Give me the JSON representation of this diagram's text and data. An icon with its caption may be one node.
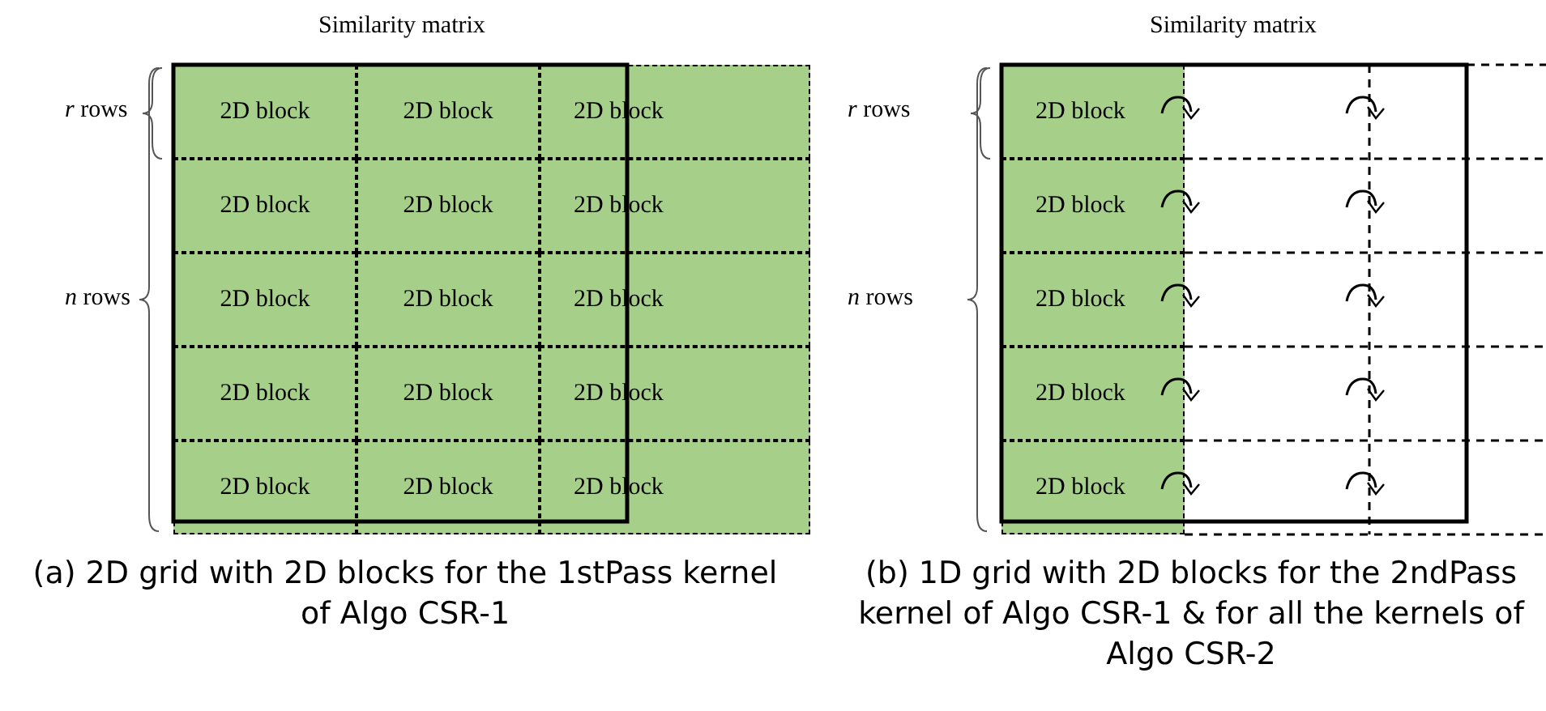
{
  "diagram": {
    "nodes": [
      {
        "text": [
          "2D block"
        ]
      },
      {
        "text": [
          "2D block"
        ]
      },
      {
        "text": [
          "2D block"
        ]
      },
      {
        "text": [
          "2D block"
        ]
      },
      {
        "text": [
          "2D block"
        ]
      },
      {
        "text": [
          "2D block"
        ]
      },
      {
        "text": [
          "2D block"
        ]
      },
      {
        "text": [
          "2D block"
        ]
      },
      {
        "text": [
          "2D block"
        ]
      },
      {
        "text": [
          "2D block"
        ]
      },
      {
        "text": [
          "2D block"
        ]
      },
      {
        "text": [
          "2D block"
        ]
      },
      {
        "text": [
          "2D block"
        ]
      },
      {
        "text": [
          "2D block"
        ]
      },
      {
        "text": [
          "2D block"
        ]
      },
      {
        "text": [
          "2D block"
        ]
      },
      {
        "text": [
          "2D block"
        ]
      },
      {
        "text": [
          "2D block"
        ]
      },
      {
        "text": [
          "2D block"
        ]
      },
      {
        "text": [
          "2D block"
        ]
      }
    ],
    "labels": [
      "Similarity matrix",
      "*r* rows",
      "*n* rows",
      "(a) 2D grid with 2D blocks for the 1stPass kernel of Algo CSR-1",
      "Similarity matrix",
      "*r* rows",
      "*n* rows",
      "(b) 1D grid with 2D blocks for the 2ndPass kernel of Algo CSR-1 & for all the kernels of Algo CSR-2"
    ]
  }
}
